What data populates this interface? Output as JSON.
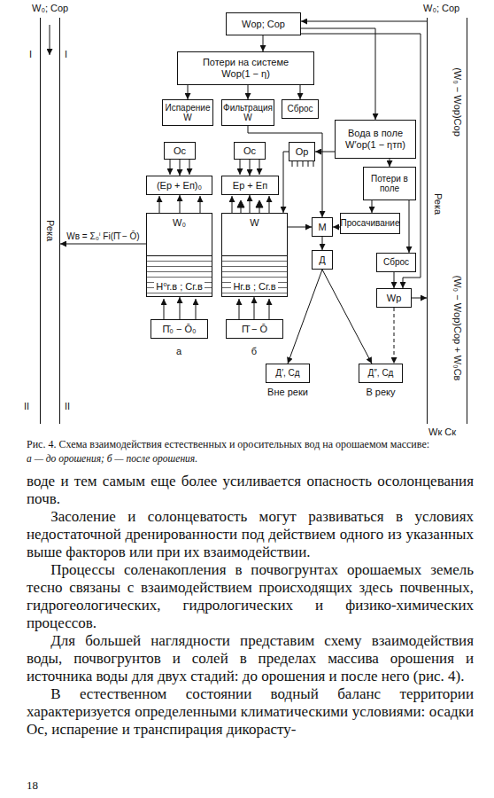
{
  "diagram": {
    "caption": "Рис. 4. Схема взаимодействия естественных и оросительных вод на орошаемом массиве:",
    "nodes": [
      {
        "text": [
          "Река"
        ]
      },
      {
        "text": [
          "Река",
          "(W₀ − Wор)Cор",
          "(W₀ − Wор)Cор + W₀Cв"
        ]
      },
      {
        "text": [
          "Wор; Cор"
        ]
      },
      {
        "text": [
          "Потери на системе",
          "Wор(1 − η)"
        ]
      },
      {
        "text": [
          "Испарение W"
        ]
      },
      {
        "text": [
          "Фильтрация W"
        ]
      },
      {
        "text": [
          "Сброс"
        ]
      },
      {
        "text": [
          "Вода в поле",
          "W′ор(1 − ηтп)"
        ]
      },
      {
        "text": [
          "Ос"
        ]
      },
      {
        "text": [
          "Ос"
        ]
      },
      {
        "text": [
          "Ор"
        ]
      },
      {
        "text": [
          "(Eр + Eп)₀"
        ]
      },
      {
        "text": [
          "Eр + Eп"
        ]
      },
      {
        "text": [
          "Потери в поле"
        ]
      },
      {
        "text": [
          "Просачивание"
        ]
      },
      {
        "text": [
          "М"
        ]
      },
      {
        "text": [
          "Д"
        ]
      },
      {
        "text": [
          "Сброс"
        ]
      },
      {
        "text": [
          "Wр"
        ]
      },
      {
        "text": [
          "W₀",
          "H⁰г.в ; Cг.в"
        ]
      },
      {
        "text": [
          "W",
          "Hг.в ; Cг.в"
        ]
      },
      {
        "text": [
          "П̄₀ − О̄₀"
        ]
      },
      {
        "text": [
          "П̄ − О̄"
        ]
      },
      {
        "text": [
          "Д′, Cд"
        ]
      },
      {
        "text": [
          "Д″, Cд"
        ]
      }
    ],
    "edges": [
      {
        "from": 1,
        "to": 2,
        "arrow": "to"
      },
      {
        "from": 2,
        "to": 3,
        "arrow": "to"
      },
      {
        "from": 3,
        "to": 4,
        "arrow": "to"
      },
      {
        "from": 3,
        "to": 5,
        "arrow": "to"
      },
      {
        "from": 3,
        "to": 6,
        "arrow": "to"
      },
      {
        "from": 2,
        "to": 7,
        "arrow": "to"
      },
      {
        "from": 2,
        "to": 18,
        "arrow": "to"
      },
      {
        "from": 7,
        "to": 10,
        "arrow": "to"
      },
      {
        "from": 7,
        "to": 13,
        "arrow": "to"
      },
      {
        "from": 13,
        "to": 14,
        "arrow": "to"
      },
      {
        "from": 13,
        "to": 17,
        "arrow": "to"
      },
      {
        "from": 17,
        "to": 18,
        "arrow": "to"
      },
      {
        "from": 14,
        "to": 15,
        "arrow": "to"
      },
      {
        "from": 5,
        "to": 15,
        "arrow": "to"
      },
      {
        "from": 8,
        "to": 11,
        "arrow": "to"
      },
      {
        "from": 9,
        "to": 12,
        "arrow": "to"
      },
      {
        "from": 19,
        "to": 11,
        "arrow": "to"
      },
      {
        "from": 20,
        "to": 12,
        "arrow": "to"
      },
      {
        "from": 10,
        "to": 20,
        "arrow": "to"
      },
      {
        "from": 20,
        "to": 15,
        "arrow": "to"
      },
      {
        "from": 15,
        "to": 16,
        "arrow": "to"
      },
      {
        "from": 16,
        "to": 23,
        "arrow": "to"
      },
      {
        "from": 16,
        "to": 24,
        "arrow": "to"
      },
      {
        "from": 18,
        "to": 24,
        "arrow": "to"
      },
      {
        "from": 18,
        "to": 1,
        "arrow": "to"
      },
      {
        "from": 21,
        "to": 19,
        "arrow": "to"
      },
      {
        "from": 22,
        "to": 20,
        "arrow": "to"
      },
      {
        "from": 19,
        "to": 0,
        "label": "Wв = Σ₀ⁱ Fi(П̄ − О̄)",
        "arrow": "to"
      }
    ],
    "labels": [
      "W₀; Cор",
      "W₀; Cор",
      "I",
      "I",
      "II",
      "II",
      "Wк Cк",
      "а",
      "б",
      "Вне реки",
      "В реку",
      "а — до орошения; б — после орошения.",
      "воде и тем самым еще более усиливается опасность осолонцевания почв.",
      "Засоление и солонцеватость могут развиваться в условиях недостаточной дренированности под действием одного из указанных выше факторов или при их взаимодействии.",
      "Процессы соленакопления в почвогрунтах орошаемых земель тесно связаны с взаимодействием происходящих здесь почвенных, гидрогеологических, гидрологических и физико-химических процессов.",
      "Для большей наглядности представим схему взаимодействия воды, почвогрунтов и солей в пределах массива орошения и источника воды для двух стадий: до орошения и после него (рис. 4).",
      "В естественном состоянии водный баланс территории характеризуется определенными климатическими условиями: осадки Ос, испарение и транспирация дикорасту-",
      "18"
    ]
  }
}
